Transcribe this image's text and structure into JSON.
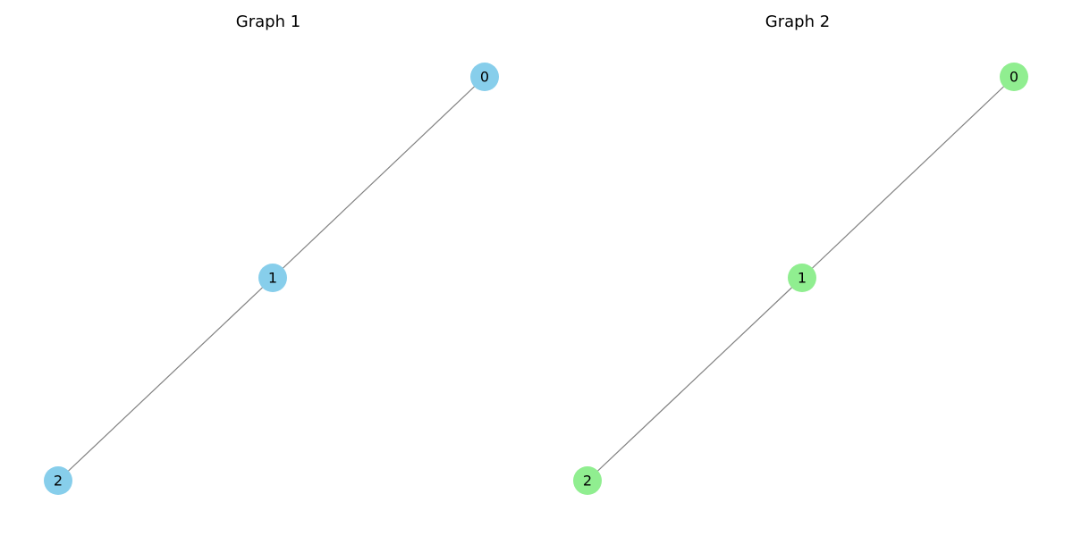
{
  "graphs": [
    {
      "title": "Graph 1",
      "node_color": "#87ceeb",
      "edge_color": "#808080",
      "nodes": [
        {
          "id": "0",
          "label": "0"
        },
        {
          "id": "1",
          "label": "1"
        },
        {
          "id": "2",
          "label": "2"
        }
      ],
      "edges": [
        {
          "from": "0",
          "to": "1"
        },
        {
          "from": "1",
          "to": "2"
        }
      ]
    },
    {
      "title": "Graph 2",
      "node_color": "#90ee90",
      "edge_color": "#808080",
      "nodes": [
        {
          "id": "0",
          "label": "0"
        },
        {
          "id": "1",
          "label": "1"
        },
        {
          "id": "2",
          "label": "2"
        }
      ],
      "edges": [
        {
          "from": "0",
          "to": "1"
        },
        {
          "from": "1",
          "to": "2"
        }
      ]
    }
  ]
}
